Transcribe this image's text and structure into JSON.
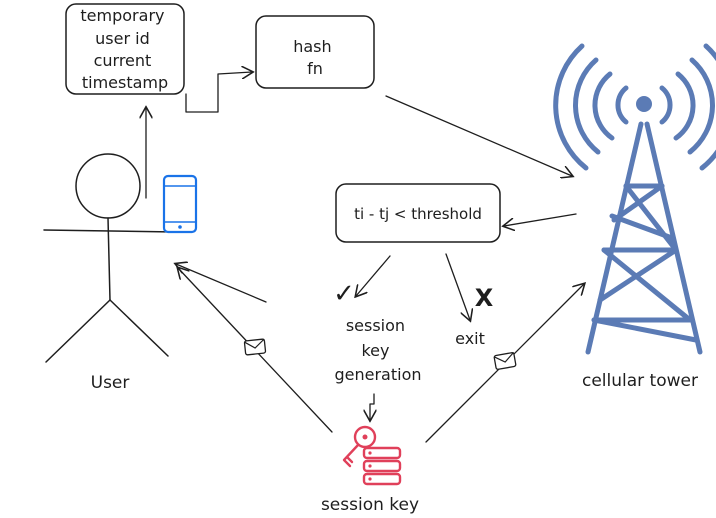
{
  "nodes": {
    "id_box": {
      "lines": [
        "temporary",
        "user id",
        "current",
        "timestamp"
      ]
    },
    "hash_box": {
      "lines": [
        "hash",
        "fn"
      ]
    },
    "threshold_box": {
      "label": "ti - tj < threshold"
    },
    "session_key_generation": {
      "lines": [
        "session",
        "key",
        "generation"
      ]
    },
    "exit": {
      "label": "exit"
    },
    "user": {
      "label": "User"
    },
    "tower": {
      "label": "cellular tower"
    },
    "session_key": {
      "label": "session key"
    }
  },
  "marks": {
    "check": "✓",
    "cross": "X"
  },
  "colors": {
    "ink": "#1e1e1e",
    "tower": "#5b7bb5",
    "phone": "#1a73e8",
    "key": "#e0405a"
  },
  "icons": [
    "envelope-icon",
    "phone-icon",
    "key-server-icon",
    "cell-tower-icon",
    "stick-figure-icon"
  ]
}
